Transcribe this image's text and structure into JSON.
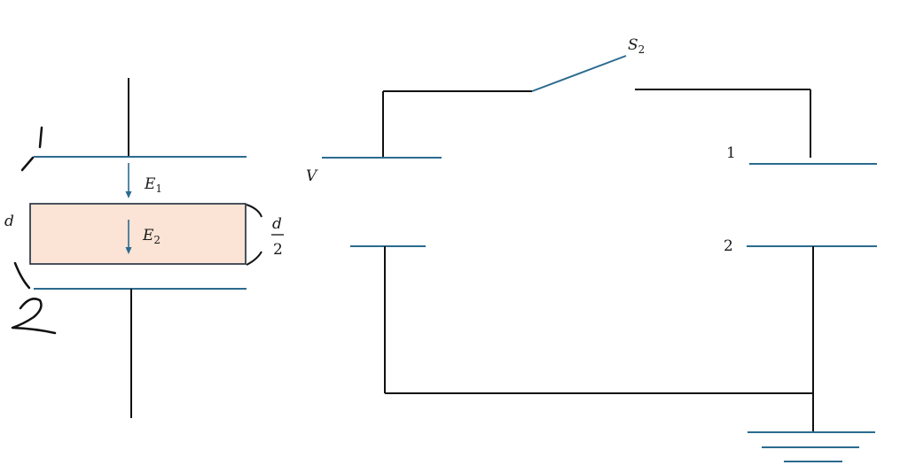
{
  "colors": {
    "wire": "#111111",
    "plate": "#2b6b8f",
    "dielectric_fill": "#fbe3d6",
    "dielectric_border": "#1c2b3a",
    "handwriting": "#111111"
  },
  "capacitor": {
    "field_top": {
      "symbol": "E",
      "subscript": "1"
    },
    "field_slab": {
      "symbol": "E",
      "subscript": "2"
    },
    "gap_label": "d",
    "slab_thickness": {
      "numerator": "d",
      "denominator": "2"
    },
    "plate_top_handwritten": "1",
    "plate_bottom_handwritten": "2"
  },
  "circuit": {
    "switch": {
      "symbol": "S",
      "subscript": "2"
    },
    "source_label": "V",
    "plate_labels": [
      "1",
      "2"
    ]
  }
}
